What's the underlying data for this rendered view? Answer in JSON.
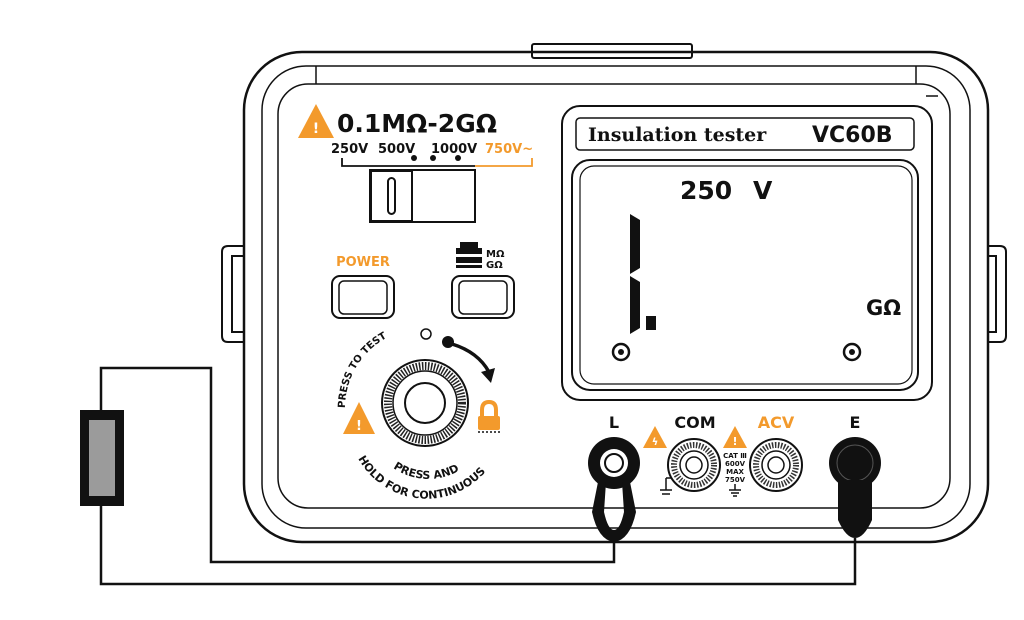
{
  "range": {
    "label": "0.1MΩ-2GΩ"
  },
  "voltages": [
    "250V",
    "500V",
    "1000V",
    "750V~"
  ],
  "buttons": {
    "power_label": "POWER",
    "range_label_top": "MΩ",
    "range_label_bottom": "GΩ"
  },
  "test_knob": {
    "top_label": "PRESS TO TEST",
    "bottom_label_1": "PRESS AND",
    "bottom_label_2": "HOLD FOR CONTINUOUS"
  },
  "nameplate": {
    "title": "Insulation tester",
    "model": "VC60B"
  },
  "lcd": {
    "test_voltage": "250",
    "voltage_unit": "V",
    "reading": "1.",
    "unit": "GΩ"
  },
  "terminals": {
    "l": "L",
    "com": "COM",
    "acv": "ACV",
    "e": "E"
  },
  "cat_rating": {
    "cat": "CAT Ⅲ",
    "v600": "600V",
    "max": "MAX",
    "v750": "750V"
  },
  "colors": {
    "accent": "#f39a2c",
    "line": "#111111",
    "resistor": "#9b9b9b"
  }
}
